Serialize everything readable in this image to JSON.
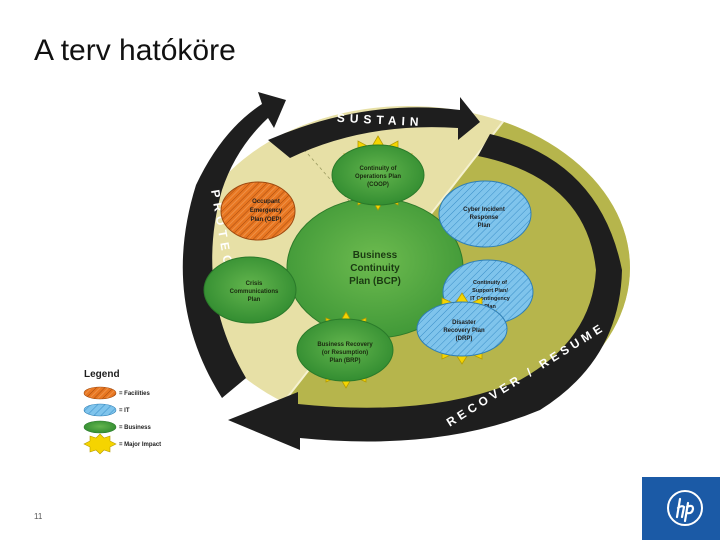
{
  "slide": {
    "title": "A terv hatóköre",
    "page_number": "11"
  },
  "cycle_labels": {
    "sustain": "SUSTAIN",
    "protect": "PROTECT",
    "recover_resume": "RECOVER / RESUME"
  },
  "center": {
    "line1": "Business",
    "line2": "Continuity",
    "line3": "Plan (BCP)"
  },
  "plans": {
    "coop": [
      "Continuity of",
      "Operations Plan",
      "(COOP)"
    ],
    "oep": [
      "Occupant",
      "Emergency",
      "Plan (OEP)"
    ],
    "cyber": [
      "Cyber Incident",
      "Response",
      "Plan"
    ],
    "crisis": [
      "Crisis",
      "Communications",
      "Plan"
    ],
    "it_contingency": [
      "Continuity of",
      "Support Plan/",
      "IT Contingency",
      "Plan"
    ],
    "drp": [
      "Disaster",
      "Recovery Plan",
      "(DRP)"
    ],
    "brp": [
      "Business Recovery",
      "(or Resumption)",
      "Plan (BRP)"
    ]
  },
  "legend": {
    "title": "Legend",
    "items": [
      {
        "label": "= Facilities",
        "color": "#e87722"
      },
      {
        "label": "= IT",
        "color": "#5aaee0"
      },
      {
        "label": "= Business",
        "color": "#3f9b3a"
      },
      {
        "label": "= Major Impact",
        "color": "#f5d400"
      }
    ]
  },
  "colors": {
    "facilities": "#e87722",
    "it": "#5aaee0",
    "business": "#3f9b3a",
    "major_impact": "#f5d400",
    "ellipse_light": "#e7e0a6",
    "ellipse_olive": "#b6b54c",
    "arrow": "#1e1e1e",
    "hp_blue": "#1b5aa6"
  }
}
